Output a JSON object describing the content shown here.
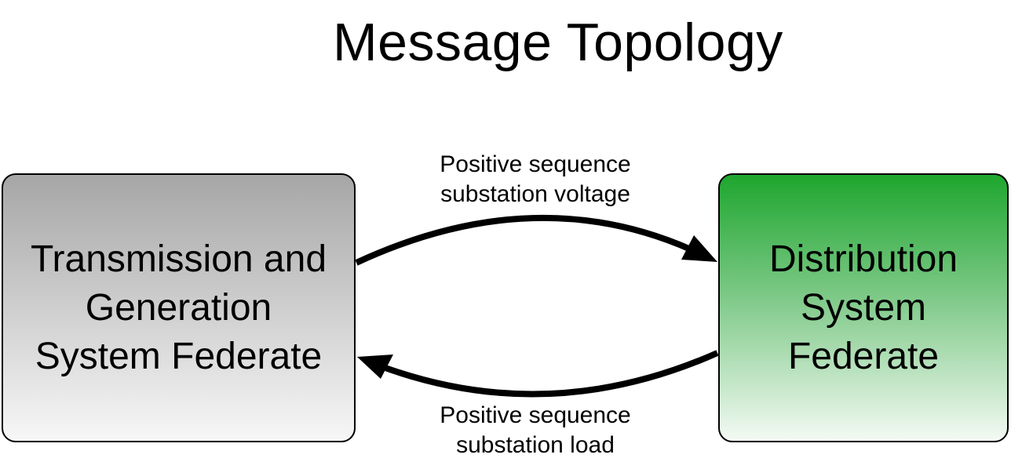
{
  "title": "Message Topology",
  "nodes": {
    "left": {
      "label": "Transmission and\nGeneration\nSystem Federate",
      "gradient_top": "#a6a6a6",
      "gradient_bottom": "#f7f7f7"
    },
    "right": {
      "label": "Distribution\nSystem\nFederate",
      "gradient_top": "#1ea62e",
      "gradient_bottom": "#f3faf3"
    }
  },
  "edges": {
    "to_distribution": {
      "label": "Positive sequence\nsubstation voltage"
    },
    "to_transmission": {
      "label": "Positive sequence\nsubstation load"
    }
  }
}
